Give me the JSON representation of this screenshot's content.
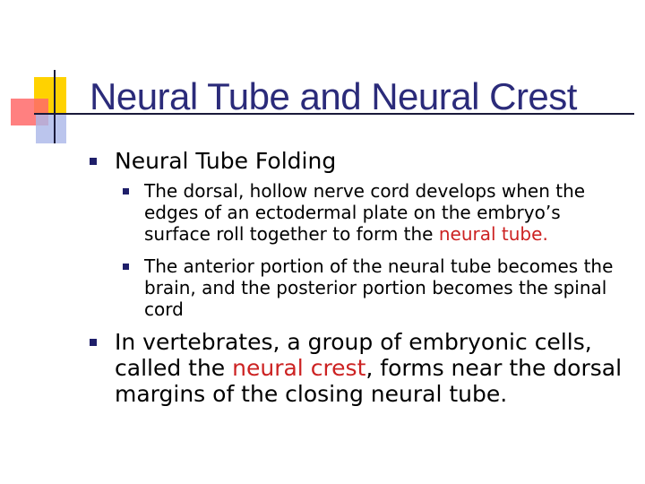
{
  "slide": {
    "title": "Neural Tube and Neural Crest",
    "bullets": [
      {
        "text": "Neural Tube Folding",
        "sub": [
          {
            "before": "The dorsal, hollow nerve cord develops when the edges of an ectodermal plate on the embryo’s surface roll together to form the ",
            "highlight": "neural tube",
            "after": "."
          },
          {
            "text": "The anterior portion of the neural tube becomes the brain, and the posterior portion becomes the spinal cord"
          }
        ]
      },
      {
        "before": "In vertebrates, a group of embryonic cells, called the ",
        "highlight": "neural crest",
        "after": ", forms near the dorsal margins of the closing neural tube."
      }
    ]
  },
  "colors": {
    "title": "#2b2b7a",
    "highlight": "#cc2222",
    "bullet": "#1f1f6a"
  }
}
